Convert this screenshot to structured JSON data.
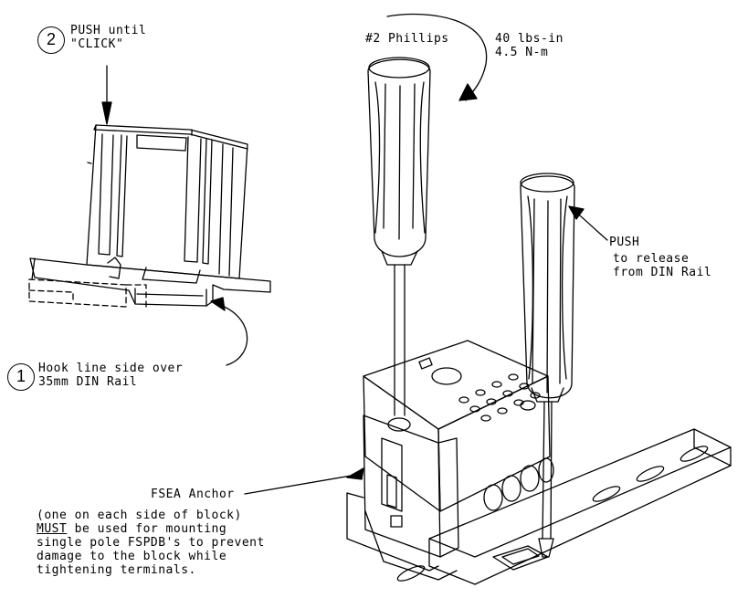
{
  "step2": {
    "number": "2",
    "line1": "PUSH until",
    "line2": "\"CLICK\""
  },
  "step1": {
    "number": "1",
    "line1": "Hook line side over",
    "line2": "35mm DIN Rail"
  },
  "torque": {
    "tool": "#2 Phillips",
    "value_imperial": "40 lbs-in",
    "value_metric": "4.5 N-m"
  },
  "release": {
    "line1": "PUSH",
    "line2": "to release",
    "line3": "from DIN Rail"
  },
  "anchor": {
    "title": "FSEA Anchor",
    "line1": "(one on each side of block)",
    "must": "MUST",
    "line2_rest": " be used for mounting",
    "line3": "single pole FSPDB's to prevent",
    "line4": "damage to the block while",
    "line5": "tightening terminals."
  }
}
